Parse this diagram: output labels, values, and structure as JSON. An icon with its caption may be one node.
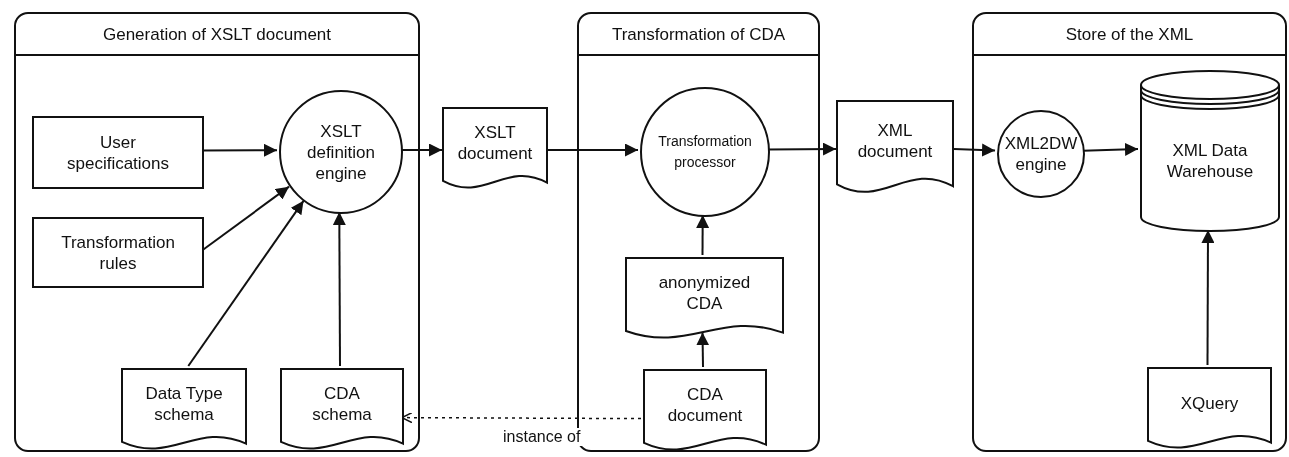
{
  "diagram": {
    "nodes": [
      {
        "text": [
          "Generation of XSLT document"
        ]
      },
      {
        "text": [
          "User specifications"
        ],
        "in": 0
      },
      {
        "text": [
          "Transformation rules"
        ],
        "in": 0
      },
      {
        "text": [
          "XSLT definition engine"
        ],
        "in": 0
      },
      {
        "text": [
          "Data Type schema"
        ],
        "in": 0
      },
      {
        "text": [
          "CDA schema"
        ],
        "in": 0
      },
      {
        "text": [
          "XSLT document"
        ]
      },
      {
        "text": [
          "Transformation of CDA"
        ]
      },
      {
        "text": [
          "Transformation processor"
        ],
        "in": 7
      },
      {
        "text": [
          "anonymized CDA"
        ],
        "in": 7
      },
      {
        "text": [
          "CDA document"
        ],
        "in": 7
      },
      {
        "text": [
          "XML document"
        ]
      },
      {
        "text": [
          "Store of the XML"
        ]
      },
      {
        "text": [
          "XML2DW engine"
        ],
        "in": 12
      },
      {
        "text": [
          "XML Data Warehouse"
        ],
        "in": 12
      },
      {
        "text": [
          "XQuery"
        ],
        "in": 12
      }
    ],
    "edges": [
      {
        "from": 1,
        "to": 3,
        "arrow": "to"
      },
      {
        "from": 2,
        "to": 3,
        "arrow": "to"
      },
      {
        "from": 4,
        "to": 3,
        "arrow": "to"
      },
      {
        "from": 5,
        "to": 3,
        "arrow": "to"
      },
      {
        "from": 3,
        "to": 6,
        "arrow": "to"
      },
      {
        "from": 6,
        "to": 8,
        "arrow": "to"
      },
      {
        "from": 8,
        "to": 11,
        "arrow": "to"
      },
      {
        "from": 9,
        "to": 8,
        "arrow": "to"
      },
      {
        "from": 10,
        "to": 9,
        "arrow": "to"
      },
      {
        "from": 11,
        "to": 13,
        "arrow": "to"
      },
      {
        "from": 13,
        "to": 14,
        "arrow": "to"
      },
      {
        "from": 15,
        "to": 14,
        "arrow": "to"
      },
      {
        "from": 10,
        "to": 5,
        "arrow": "to",
        "style": "dashed",
        "label": "instance of"
      }
    ]
  }
}
